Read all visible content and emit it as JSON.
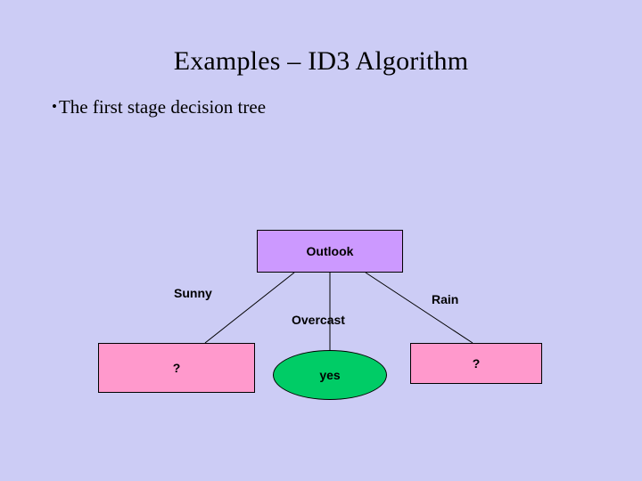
{
  "slide": {
    "title": "Examples – ID3 Algorithm",
    "bullet_marker": "•",
    "bullet_text": "The first stage decision tree",
    "background_color": "#ccccf5"
  },
  "diagram": {
    "type": "decision-tree",
    "root": {
      "label": "Outlook",
      "fill": "#cc99ff",
      "shape": "rectangle"
    },
    "branches": [
      {
        "label": "Sunny",
        "child": {
          "label": "?",
          "fill": "#ff99cc",
          "shape": "rectangle"
        }
      },
      {
        "label": "Overcast",
        "child": {
          "label": "yes",
          "fill": "#00cc66",
          "shape": "ellipse"
        }
      },
      {
        "label": "Rain",
        "child": {
          "label": "?",
          "fill": "#ff99cc",
          "shape": "rectangle"
        }
      }
    ]
  }
}
